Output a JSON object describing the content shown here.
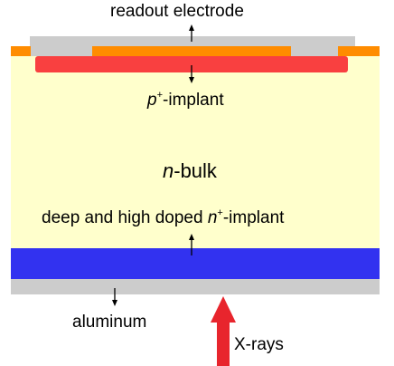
{
  "labels": {
    "readout_electrode": "readout electrode",
    "p_implant_prefix": "p",
    "p_implant_sup": "+",
    "p_implant_suffix": "-implant",
    "n_bulk_prefix": "n",
    "n_bulk_suffix": "-bulk",
    "deep_implant_prefix": "deep and high doped ",
    "deep_implant_n": "n",
    "deep_implant_sup": "+",
    "deep_implant_suffix": "-implant",
    "aluminum": "aluminum",
    "xrays": "X-rays"
  },
  "colors": {
    "bulk": "#ffffcc",
    "p_implant": "#f94040",
    "orange_layer": "#ff8c00",
    "aluminum": "#cccccc",
    "n_implant": "#3232f0",
    "xray_arrow": "#e8252d"
  }
}
